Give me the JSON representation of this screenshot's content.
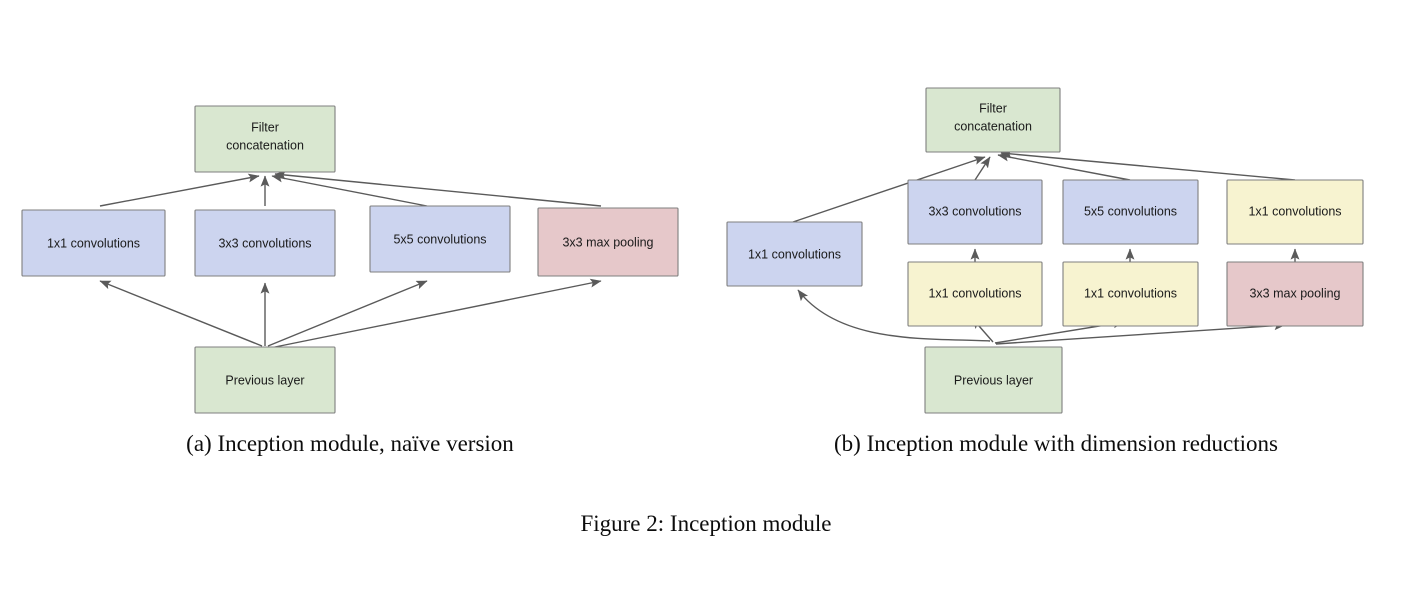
{
  "figure": {
    "caption": "Figure 2: Inception module",
    "subcaption_a": "(a)  Inception module, naïve version",
    "subcaption_b": "(b)  Inception module with dimension reductions"
  },
  "colors": {
    "green_fill": "#d9e7d0",
    "blue_fill": "#ccd4ef",
    "yellow_fill": "#f7f3d0",
    "pink_fill": "#e6c8ca",
    "box_stroke": "#7f7f7f",
    "edge_stroke": "#5a5a5a",
    "text": "#1a1a1a"
  },
  "diagram_a": {
    "title": "Inception module, naive version",
    "nodes": {
      "filter_concat": {
        "line1": "Filter",
        "line2": "concatenation"
      },
      "conv1x1": "1x1 convolutions",
      "conv3x3": "3x3 convolutions",
      "conv5x5": "5x5 convolutions",
      "maxpool3x3": "3x3 max pooling",
      "previous_layer": "Previous layer"
    }
  },
  "diagram_b": {
    "title": "Inception module with dimension reductions",
    "nodes": {
      "filter_concat": {
        "line1": "Filter",
        "line2": "concatenation"
      },
      "conv1x1_left": "1x1 convolutions",
      "conv3x3": "3x3 convolutions",
      "conv5x5": "5x5 convolutions",
      "conv1x1_top_right": "1x1 convolutions",
      "conv1x1_reduce_a": "1x1 convolutions",
      "conv1x1_reduce_b": "1x1 convolutions",
      "maxpool3x3": "3x3 max pooling",
      "previous_layer": "Previous layer"
    }
  }
}
